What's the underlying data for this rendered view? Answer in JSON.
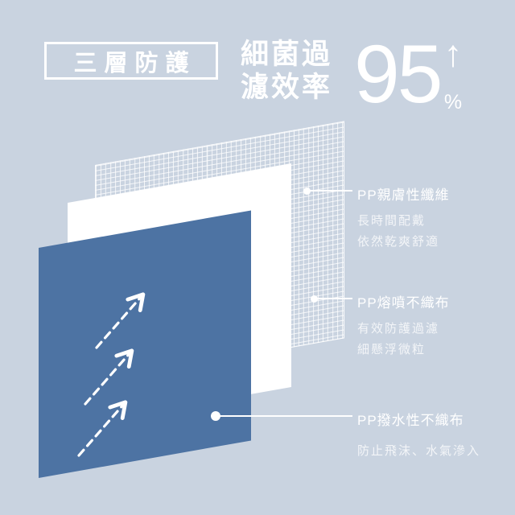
{
  "colors": {
    "background": "#c9d3e0",
    "layer_blue": "#4d73a3",
    "text": "#ffffff"
  },
  "header": {
    "badge_label": "三層防護",
    "title_line1": "細菌過",
    "title_line2": "濾效率",
    "stat_value": "95",
    "up_arrow": "↑",
    "stat_unit": "%"
  },
  "annotations": [
    {
      "label": "PP親膚性纖維",
      "desc_line1": "長時間配戴",
      "desc_line2": "依然乾爽舒適"
    },
    {
      "label": "PP熔噴不織布",
      "desc_line1": "有效防護過濾",
      "desc_line2": "細懸浮微粒"
    },
    {
      "label": "PP撥水性不織布",
      "desc_line1": "防止飛沫、水氣滲入",
      "desc_line2": ""
    }
  ]
}
